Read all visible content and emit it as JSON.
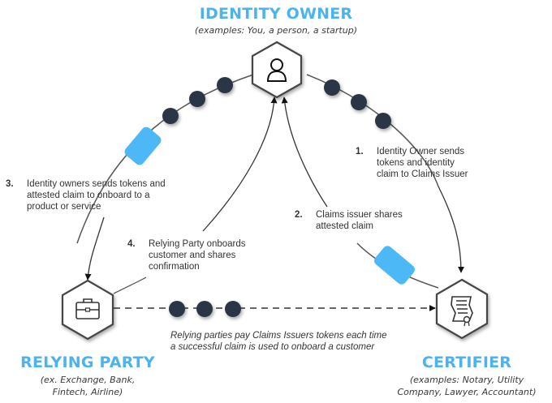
{
  "colors": {
    "accent": "#4db3ee",
    "token": "#2b3545",
    "claim": "#4cb8f5",
    "line": "#555555",
    "text": "#333333"
  },
  "nodes": {
    "identity_owner": {
      "title": "IDENTITY OWNER",
      "subtitle": "(examples: You, a person, a startup)",
      "icon": "person-icon"
    },
    "relying_party": {
      "title": "RELYING PARTY",
      "subtitle_line1": "(ex. Exchange, Bank,",
      "subtitle_line2": "Fintech, Airline)",
      "icon": "briefcase-icon"
    },
    "certifier": {
      "title": "CERTIFIER",
      "subtitle_line1": "(examples: Notary, Utility",
      "subtitle_line2": "Company, Lawyer, Accountant)",
      "icon": "certificate-icon"
    }
  },
  "steps": [
    {
      "number": "1.",
      "text": "Identity Owner sends tokens and identity claim to Claims Issuer"
    },
    {
      "number": "2.",
      "text": "Claims issuer shares attested claim"
    },
    {
      "number": "3.",
      "text": "Identity owners sends tokens and attested claim to onboard to a product or service"
    },
    {
      "number": "4.",
      "text": "Relying Party onboards customer and shares confirmation"
    }
  ],
  "note": "Relying parties pay Claims Issuers tokens each time a successful claim is used to onboard a customer"
}
